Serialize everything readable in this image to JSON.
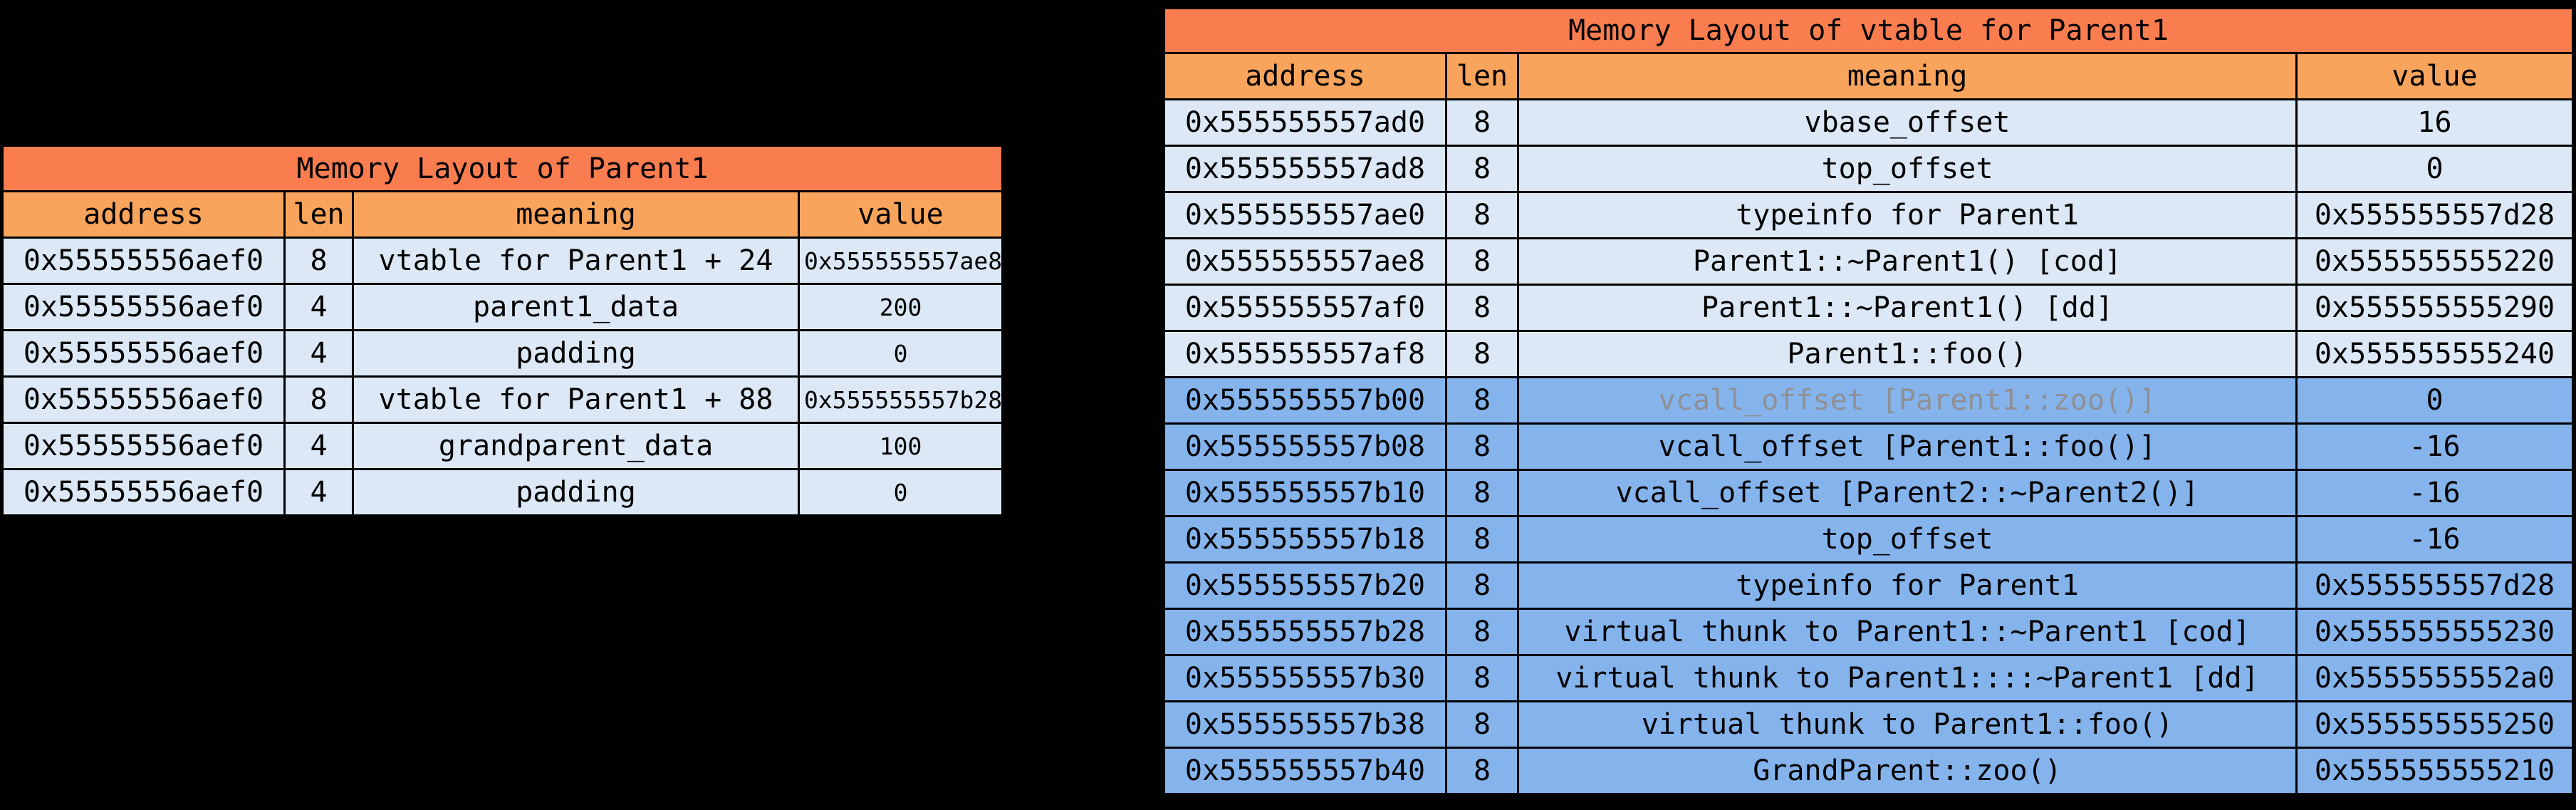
{
  "palette": {
    "background": "#000000",
    "title_bg": "#fa7d50",
    "header_bg": "#f9a45c",
    "row_light_bg": "#dce8f6",
    "row_dark_bg": "#85b4ed",
    "text": "#000000",
    "muted_text": "#8f9094",
    "border": "#000000"
  },
  "tables": {
    "parent1": {
      "title": "Memory Layout of Parent1",
      "columns": [
        "address",
        "len",
        "meaning",
        "value"
      ],
      "rows": [
        {
          "address": "0x55555556aef0",
          "len": "8",
          "meaning": "vtable for Parent1 + 24",
          "value": "0x555555557ae8",
          "shade": "light",
          "value_bold": false,
          "meaning_muted": false
        },
        {
          "address": "0x55555556aef0",
          "len": "4",
          "meaning": "parent1_data",
          "value": "200",
          "shade": "light",
          "value_bold": false,
          "meaning_muted": false
        },
        {
          "address": "0x55555556aef0",
          "len": "4",
          "meaning": "padding",
          "value": "0",
          "shade": "light",
          "value_bold": false,
          "meaning_muted": false
        },
        {
          "address": "0x55555556aef0",
          "len": "8",
          "meaning": "vtable for Parent1 + 88",
          "value": "0x555555557b28",
          "shade": "light",
          "value_bold": false,
          "meaning_muted": false
        },
        {
          "address": "0x55555556aef0",
          "len": "4",
          "meaning": "grandparent_data",
          "value": "100",
          "shade": "light",
          "value_bold": false,
          "meaning_muted": false
        },
        {
          "address": "0x55555556aef0",
          "len": "4",
          "meaning": "padding",
          "value": "0",
          "shade": "light",
          "value_bold": false,
          "meaning_muted": false
        }
      ]
    },
    "vtable": {
      "title": "Memory Layout of vtable for Parent1",
      "columns": [
        "address",
        "len",
        "meaning",
        "value"
      ],
      "rows": [
        {
          "address": "0x555555557ad0",
          "len": "8",
          "meaning": "vbase_offset",
          "value": "16",
          "shade": "light",
          "value_bold": true,
          "meaning_muted": false
        },
        {
          "address": "0x555555557ad8",
          "len": "8",
          "meaning": "top_offset",
          "value": "0",
          "shade": "light",
          "value_bold": false,
          "meaning_muted": false
        },
        {
          "address": "0x555555557ae0",
          "len": "8",
          "meaning": "typeinfo for Parent1",
          "value": "0x555555557d28",
          "shade": "light",
          "value_bold": false,
          "meaning_muted": false
        },
        {
          "address": "0x555555557ae8",
          "len": "8",
          "meaning": "Parent1::~Parent1() [cod]",
          "value": "0x555555555220",
          "shade": "light",
          "value_bold": true,
          "meaning_muted": false
        },
        {
          "address": "0x555555557af0",
          "len": "8",
          "meaning": "Parent1::~Parent1() [dd]",
          "value": "0x555555555290",
          "shade": "light",
          "value_bold": true,
          "meaning_muted": false
        },
        {
          "address": "0x555555557af8",
          "len": "8",
          "meaning": "Parent1::foo()",
          "value": "0x555555555240",
          "shade": "light",
          "value_bold": false,
          "meaning_muted": false
        },
        {
          "address": "0x555555557b00",
          "len": "8",
          "meaning": "vcall_offset [Parent1::zoo()]",
          "value": "0",
          "shade": "dark",
          "value_bold": false,
          "meaning_muted": true
        },
        {
          "address": "0x555555557b08",
          "len": "8",
          "meaning": "vcall_offset [Parent1::foo()]",
          "value": "-16",
          "shade": "dark",
          "value_bold": true,
          "meaning_muted": false
        },
        {
          "address": "0x555555557b10",
          "len": "8",
          "meaning": "vcall_offset [Parent2::~Parent2()]",
          "value": "-16",
          "shade": "dark",
          "value_bold": true,
          "meaning_muted": false
        },
        {
          "address": "0x555555557b18",
          "len": "8",
          "meaning": "top_offset",
          "value": "-16",
          "shade": "dark",
          "value_bold": true,
          "meaning_muted": false
        },
        {
          "address": "0x555555557b20",
          "len": "8",
          "meaning": "typeinfo for Parent1",
          "value": "0x555555557d28",
          "shade": "dark",
          "value_bold": false,
          "meaning_muted": false
        },
        {
          "address": "0x555555557b28",
          "len": "8",
          "meaning": "virtual thunk to Parent1::~Parent1 [cod]",
          "value": "0x555555555230",
          "shade": "dark",
          "value_bold": true,
          "meaning_muted": false
        },
        {
          "address": "0x555555557b30",
          "len": "8",
          "meaning": "virtual thunk to Parent1::::~Parent1 [dd]",
          "value": "0x5555555552a0",
          "shade": "dark",
          "value_bold": true,
          "meaning_muted": false
        },
        {
          "address": "0x555555557b38",
          "len": "8",
          "meaning": "virtual thunk to Parent1::foo()",
          "value": "0x555555555250",
          "shade": "dark",
          "value_bold": false,
          "meaning_muted": false
        },
        {
          "address": "0x555555557b40",
          "len": "8",
          "meaning": "GrandParent::zoo()",
          "value": "0x555555555210",
          "shade": "dark",
          "value_bold": false,
          "meaning_muted": false
        }
      ]
    }
  }
}
